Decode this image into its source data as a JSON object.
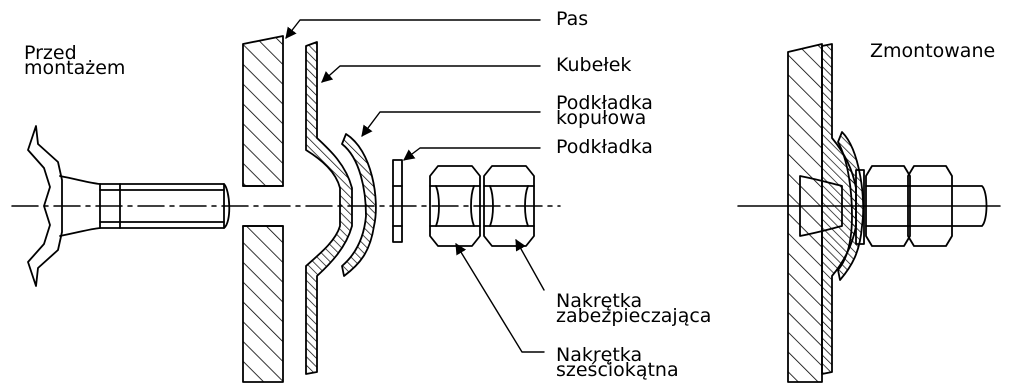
{
  "diagram": {
    "sections": {
      "before": "Przed\nmontażem",
      "after": "Zmontowane"
    },
    "parts": {
      "belt": "Pas",
      "bucket": "Kubełek",
      "dome_washer": "Podkładka\nkopułowa",
      "washer": "Podkładka",
      "lock_nut": "Nakrętka\nzabezpieczająca",
      "hex_nut": "Nakrętka\nsześciokątna"
    }
  }
}
